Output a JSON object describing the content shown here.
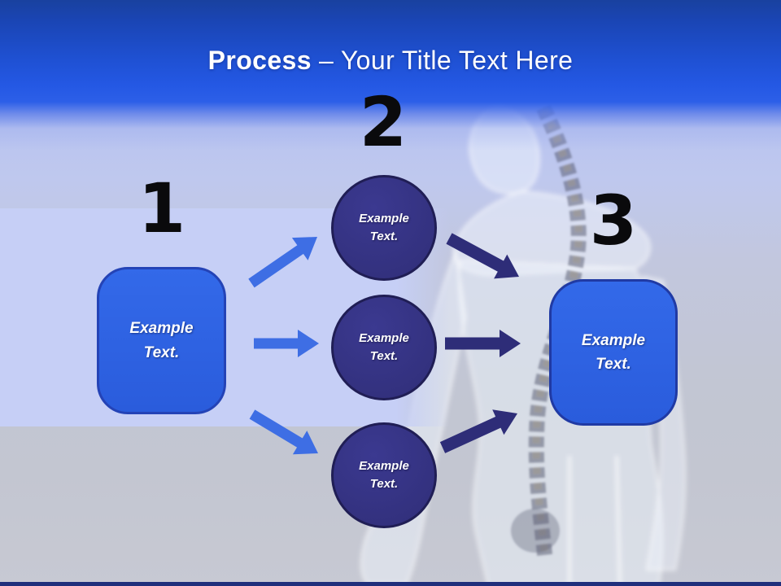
{
  "title": {
    "emphasis": "Process",
    "rest": "– Your Title Text Here"
  },
  "process": {
    "step1": {
      "number": "1",
      "label": "Example Text."
    },
    "step2": {
      "number": "2",
      "circles": [
        {
          "label": "Example Text."
        },
        {
          "label": "Example Text."
        },
        {
          "label": "Example Text."
        }
      ]
    },
    "step3": {
      "number": "3",
      "label": "Example Text."
    }
  },
  "colors": {
    "header_blue_top": "#1a45b4",
    "header_blue_bottom": "#2c5fe8",
    "box_fill": "#2e63e2",
    "box_border": "#2443b6",
    "circle_fill": "#34327f",
    "circle_border": "#201e55",
    "arrow_light": "#3e6ee4",
    "arrow_dark": "#2e2d78",
    "highlight_band": "#c6cff6",
    "bottom_bar": "#202f7c",
    "number_color": "#0a0a0c",
    "title_color": "#ffffff"
  }
}
